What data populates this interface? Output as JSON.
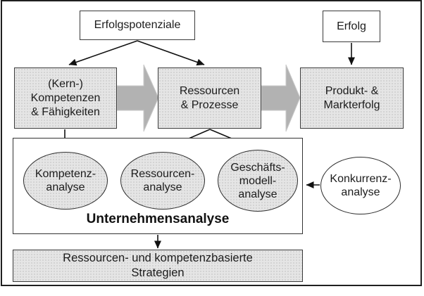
{
  "nodes": {
    "erfolgspotenziale": {
      "label": "Erfolgspotenziale"
    },
    "erfolg": {
      "label": "Erfolg"
    },
    "kernkompetenzen": {
      "lines": [
        "(Kern-)",
        "Kompetenzen",
        "& Fähigkeiten"
      ]
    },
    "ressourcen_prozesse": {
      "lines": [
        "Ressourcen",
        "& Prozesse"
      ]
    },
    "produkt_markterfolg": {
      "lines": [
        "Produkt- &",
        "Markterfolg"
      ]
    },
    "kompetenzanalyse": {
      "lines": [
        "Kompetenz-",
        "analyse"
      ]
    },
    "ressourcenanalyse": {
      "lines": [
        "Ressourcen-",
        "analyse"
      ]
    },
    "geschaeftsmodellanalyse": {
      "lines": [
        "Geschäfts-",
        "modell-",
        "analyse"
      ]
    },
    "konkurrenzanalyse": {
      "lines": [
        "Konkurrenz-",
        "analyse"
      ]
    },
    "unternehmensanalyse": {
      "label": "Unternehmensanalyse"
    },
    "strategien": {
      "lines": [
        "Ressourcen- und kompetenzbasierte",
        "Strategien"
      ]
    }
  },
  "colors": {
    "box_fill": "#e5e5e5",
    "white_fill": "#ffffff",
    "block_arrow_fill": "#b2b2b2",
    "line_color": "#111111",
    "border_color": "#333333"
  }
}
